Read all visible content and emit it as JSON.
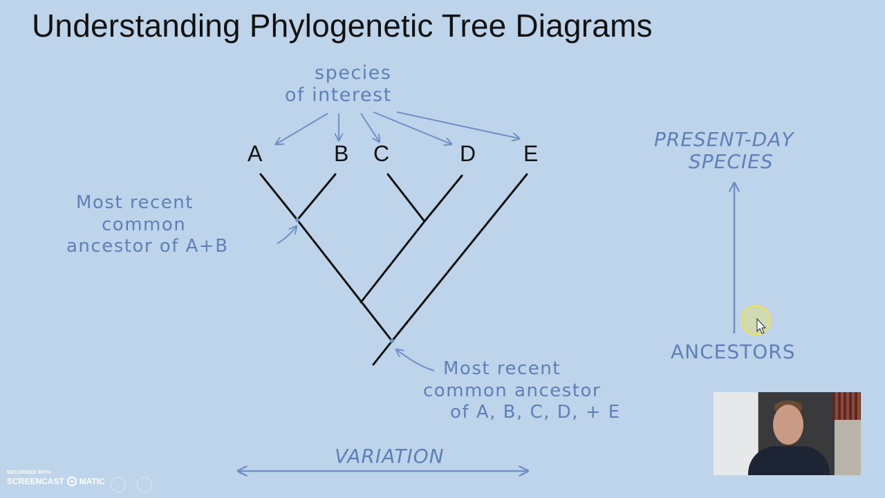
{
  "title": "Understanding Phylogenetic Tree Diagrams",
  "species_label": [
    "species",
    "of interest"
  ],
  "leaves": [
    "A",
    "B",
    "C",
    "D",
    "E"
  ],
  "mrca_ab_label": [
    "Most recent",
    "common",
    "ancestor of A+B"
  ],
  "mrca_all_label": [
    "Most recent",
    "common ancestor",
    "of A, B, C, D, + E"
  ],
  "present_day_label": [
    "PRESENT-DAY",
    "SPECIES"
  ],
  "ancestors_label": "ANCESTORS",
  "variation_label": "VARIATION",
  "watermark": {
    "recorded_with": "RECORDED WITH",
    "brand_left": "SCREENCAST",
    "brand_right": "MATIC"
  },
  "colors": {
    "background": "#bdd4ea",
    "annotation": "#5f7fb8",
    "tree": "#111111",
    "cursor_highlight": "#f2e34a"
  }
}
